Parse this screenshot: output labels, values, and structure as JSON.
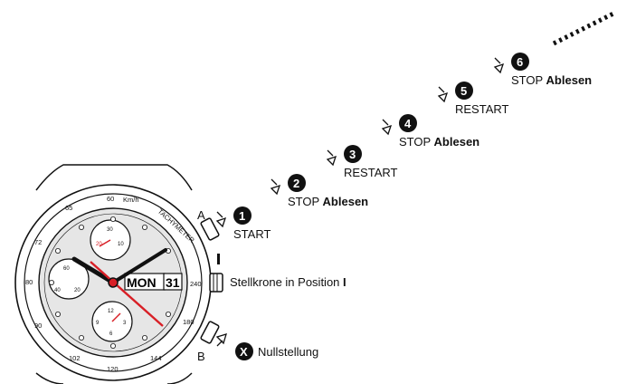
{
  "steps": [
    {
      "num": "1",
      "label": "START",
      "bold": ""
    },
    {
      "num": "2",
      "label": "STOP ",
      "bold": "Ablesen"
    },
    {
      "num": "3",
      "label": "RESTART",
      "bold": ""
    },
    {
      "num": "4",
      "label": "STOP ",
      "bold": "Ablesen"
    },
    {
      "num": "5",
      "label": "RESTART",
      "bold": ""
    },
    {
      "num": "6",
      "label": "STOP ",
      "bold": "Ablesen"
    }
  ],
  "reset": {
    "symbol": "X",
    "label": "Nullstellung"
  },
  "buttons": {
    "a": "A",
    "b": "B"
  },
  "crown": {
    "position_marker": "I",
    "label": "Stellkrone in Position ",
    "label_bold": "I"
  },
  "watch": {
    "brand_scale": "TACHYMETER",
    "unit": "Km/h",
    "bezel_numbers": [
      "60",
      "65",
      "72",
      "80",
      "90",
      "102",
      "120",
      "144",
      "180",
      "240"
    ],
    "date_day": "MON",
    "date_num": "31",
    "subdial_top": [
      "30",
      "20",
      "10"
    ],
    "subdial_left": [
      "60",
      "40",
      "20"
    ],
    "subdial_bottom": [
      "12",
      "9",
      "3",
      "6"
    ]
  }
}
